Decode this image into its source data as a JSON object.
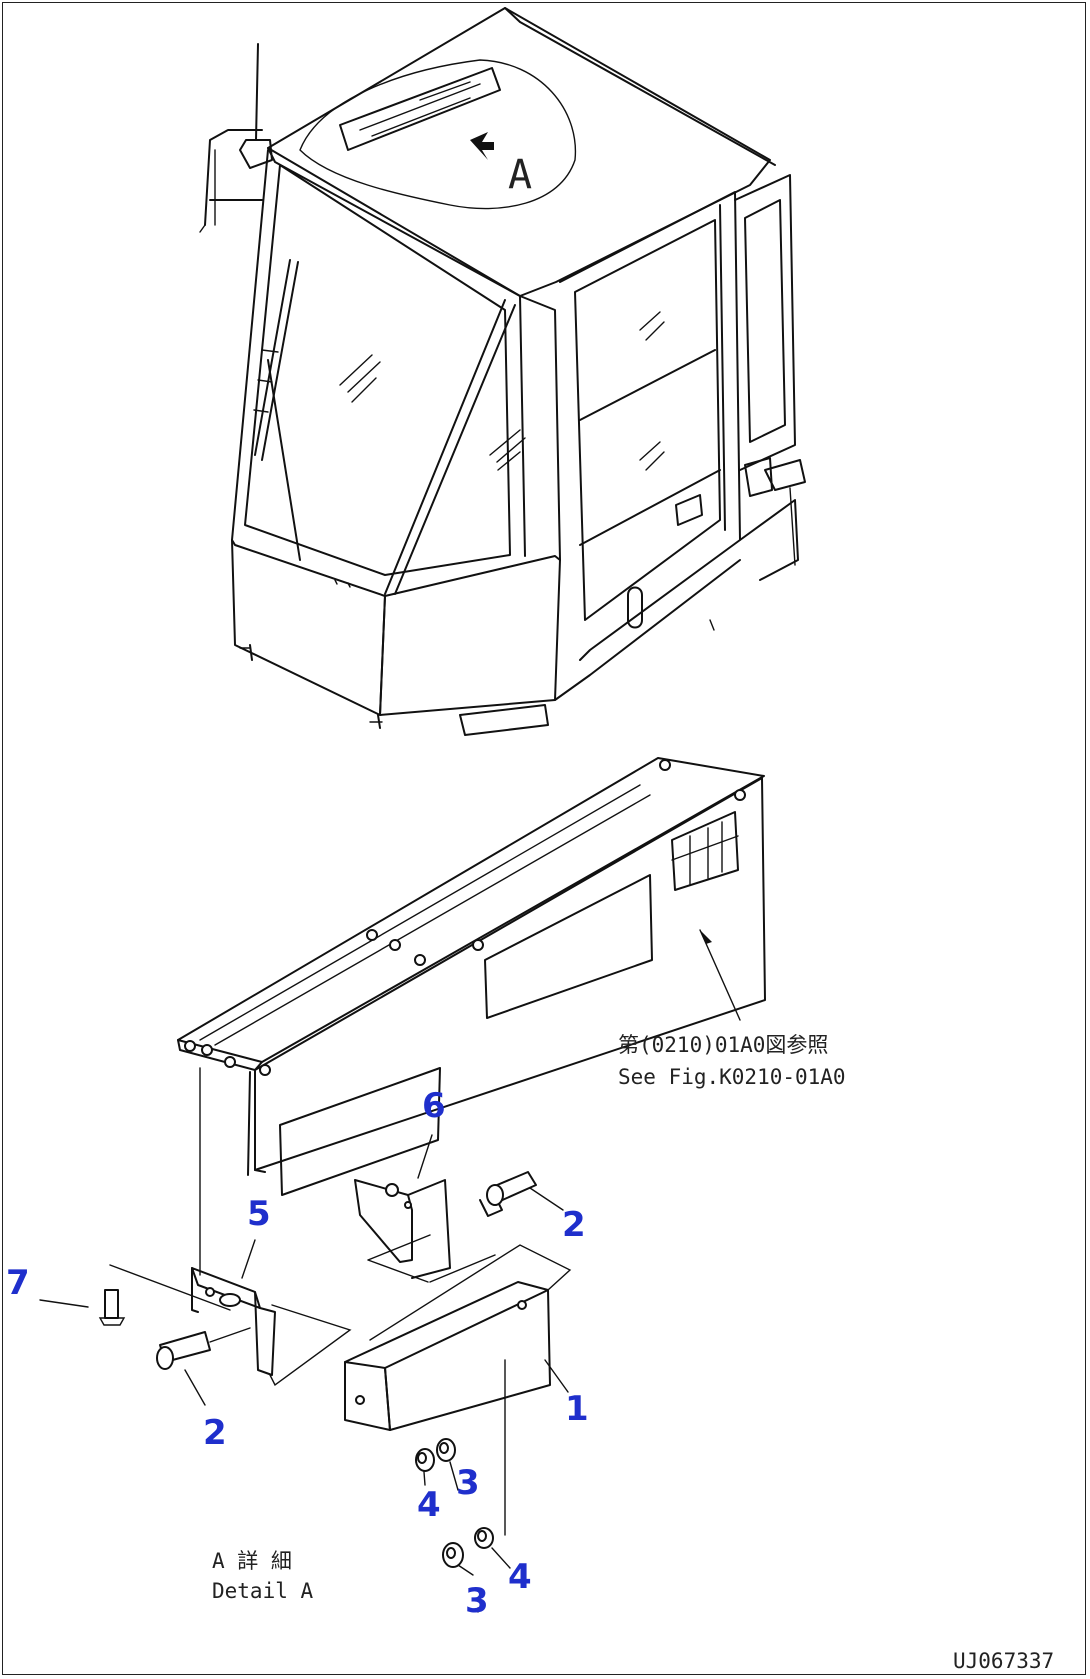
{
  "callouts": [
    {
      "id": "1",
      "label": "1"
    },
    {
      "id": "2a",
      "label": "2"
    },
    {
      "id": "2b",
      "label": "2"
    },
    {
      "id": "3a",
      "label": "3"
    },
    {
      "id": "3b",
      "label": "3"
    },
    {
      "id": "4a",
      "label": "4"
    },
    {
      "id": "4b",
      "label": "4"
    },
    {
      "id": "5",
      "label": "5"
    },
    {
      "id": "6",
      "label": "6"
    },
    {
      "id": "7",
      "label": "7"
    }
  ],
  "view_label_letter": "A",
  "reference_note": {
    "jp": "第(0210)01A0図参照",
    "en": "See Fig.K0210-01A0"
  },
  "detail_label": {
    "jp": "A 詳 細",
    "en": "Detail A"
  },
  "drawing_id": "UJ067337",
  "colors": {
    "callout": "#1f2fcc",
    "line": "#111111"
  }
}
